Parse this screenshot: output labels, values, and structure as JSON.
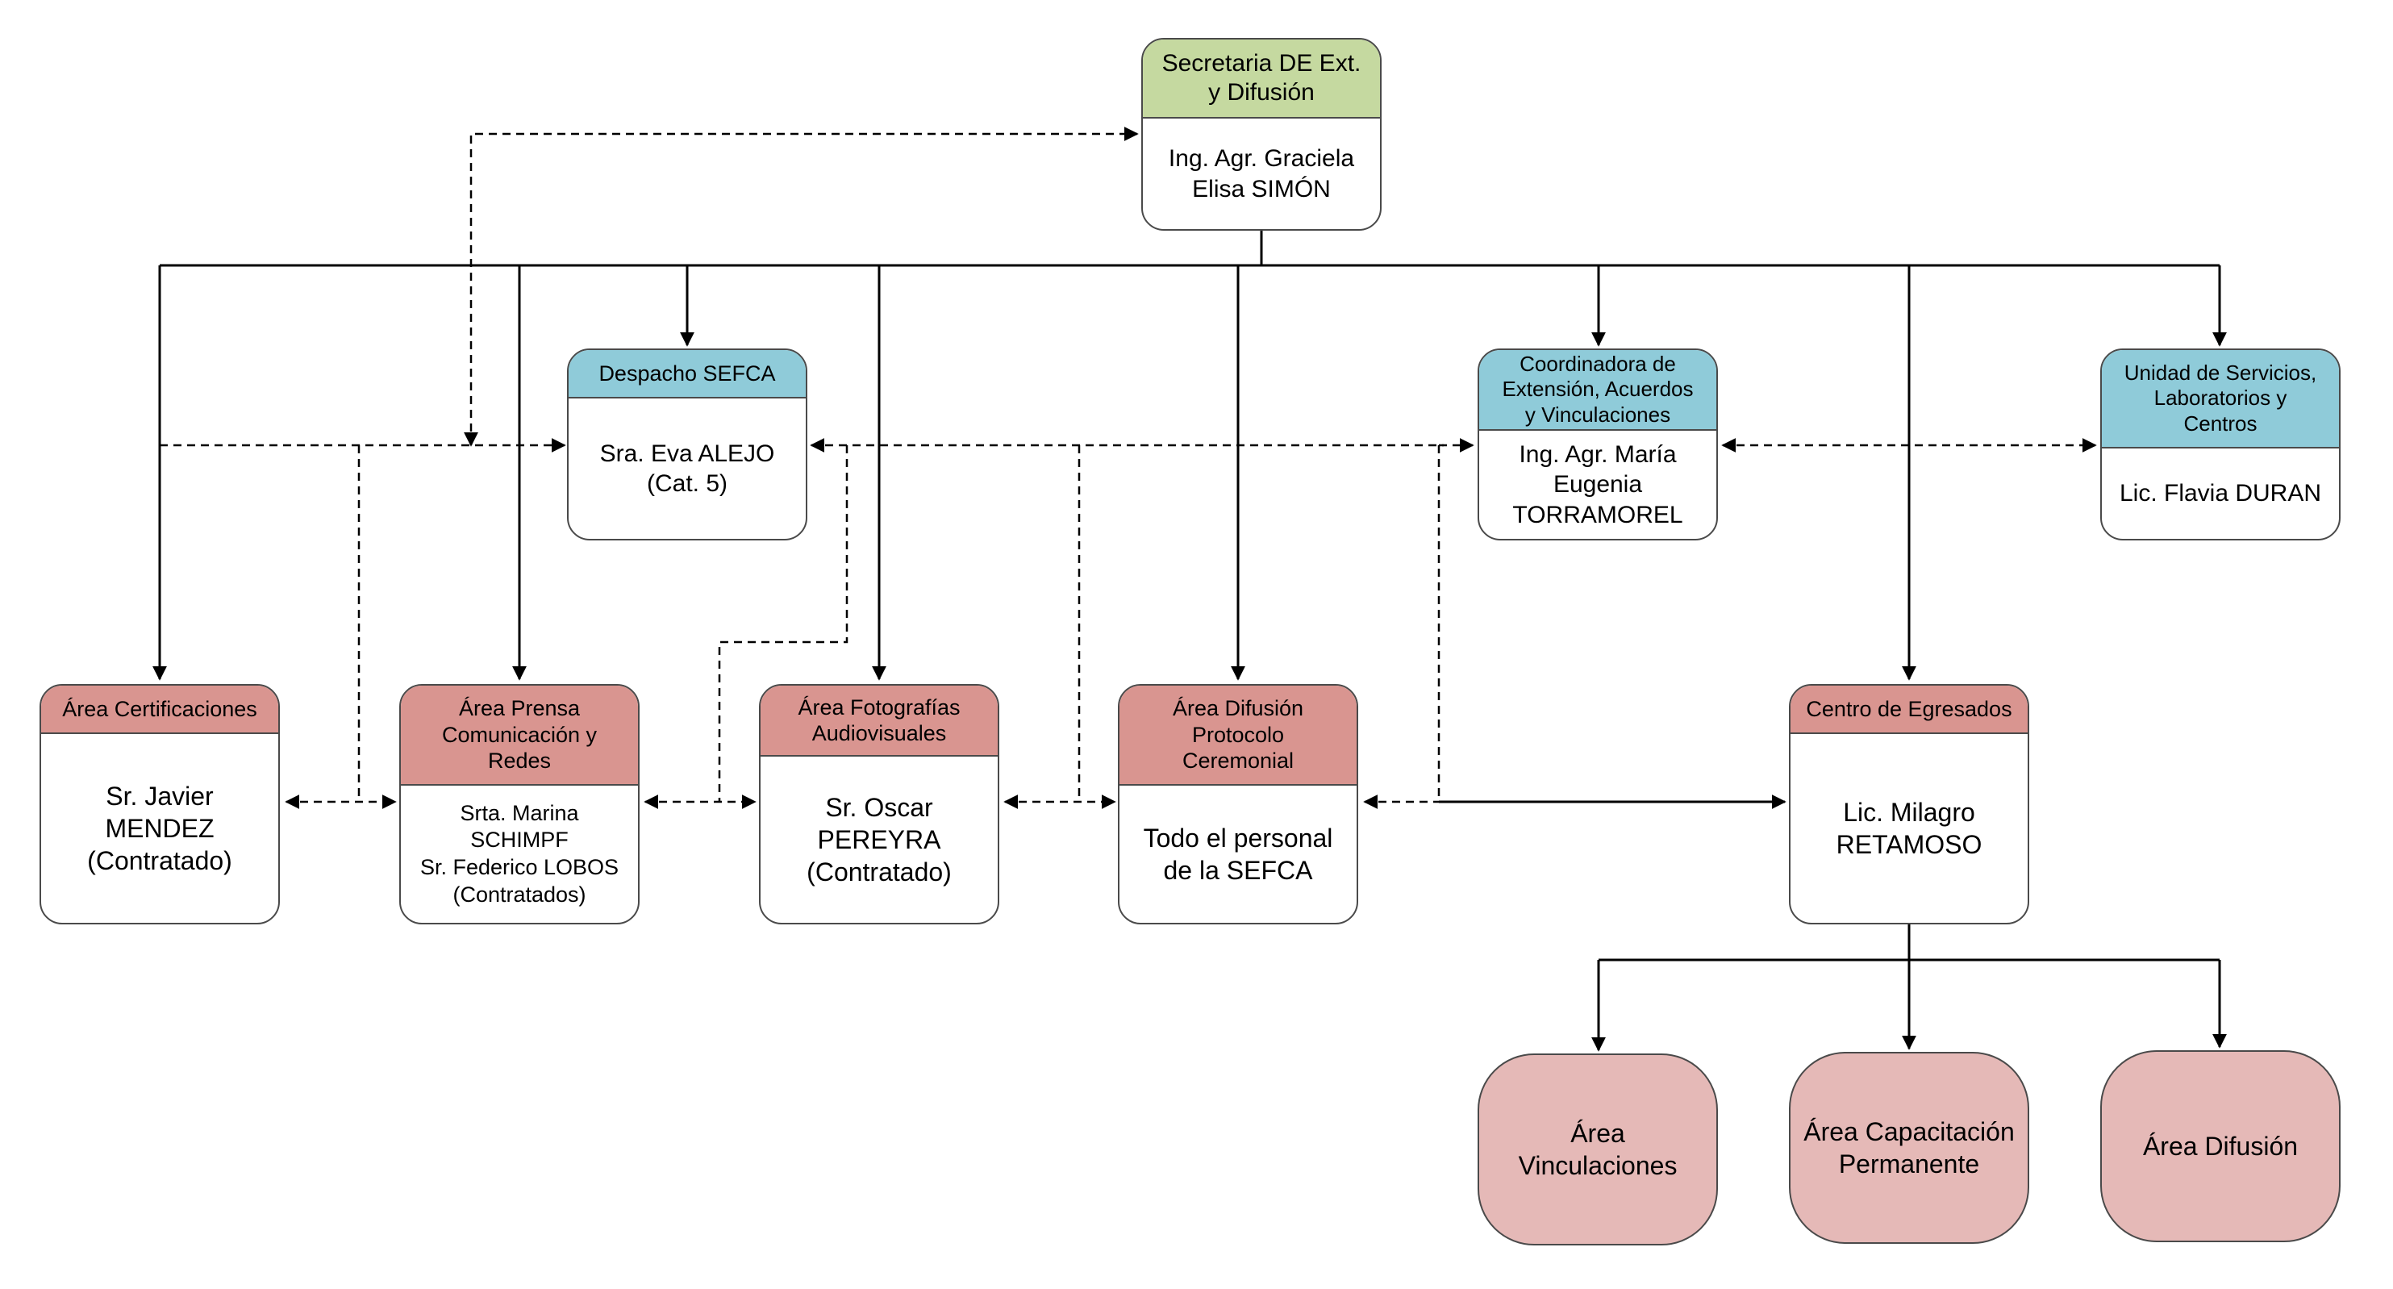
{
  "secretaria": {
    "title": "Secretaria DE Ext.\ny Difusión",
    "person": "Ing. Agr. Graciela\nElisa SIMÓN",
    "header_color": "#c5d9a0"
  },
  "despacho": {
    "title": "Despacho SEFCA",
    "person": "Sra. Eva ALEJO\n(Cat. 5)",
    "header_color": "#8fcbd9"
  },
  "coordinadora": {
    "title": "Coordinadora de\nExtensión, Acuerdos\ny Vinculaciones",
    "person": "Ing. Agr. María\nEugenia\nTORRAMOREL",
    "header_color": "#8fcbd9"
  },
  "unidad_servicios": {
    "title": "Unidad de Servicios,\nLaboratorios y\nCentros",
    "person": "Lic. Flavia DURAN",
    "header_color": "#8fcbd9"
  },
  "area_certificaciones": {
    "title": "Área Certificaciones",
    "person": "Sr. Javier\nMENDEZ\n(Contratado)",
    "header_color": "#d99590"
  },
  "area_prensa": {
    "title": "Área Prensa\nComunicación y\nRedes",
    "person": "Srta. Marina\nSCHIMPF\nSr. Federico LOBOS\n(Contratados)",
    "header_color": "#d99590"
  },
  "area_fotografias": {
    "title": "Área Fotografías\nAudiovisuales",
    "person": "Sr. Oscar\nPEREYRA\n(Contratado)",
    "header_color": "#d99590"
  },
  "area_difusion_protocolo": {
    "title": "Área Difusión\nProtocolo\nCeremonial",
    "person": "Todo el personal\nde la SEFCA",
    "header_color": "#d99590"
  },
  "centro_egresados": {
    "title": "Centro de Egresados",
    "person": "Lic. Milagro\nRETAMOSO",
    "header_color": "#d99590"
  },
  "sub_areas": [
    {
      "label": "Área\nVinculaciones"
    },
    {
      "label": "Área Capacitación\nPermanente"
    },
    {
      "label": "Área Difusión"
    }
  ],
  "colors": {
    "line": "#000000",
    "border": "#4a4a4a",
    "leaf_fill": "#e5b9b7"
  }
}
